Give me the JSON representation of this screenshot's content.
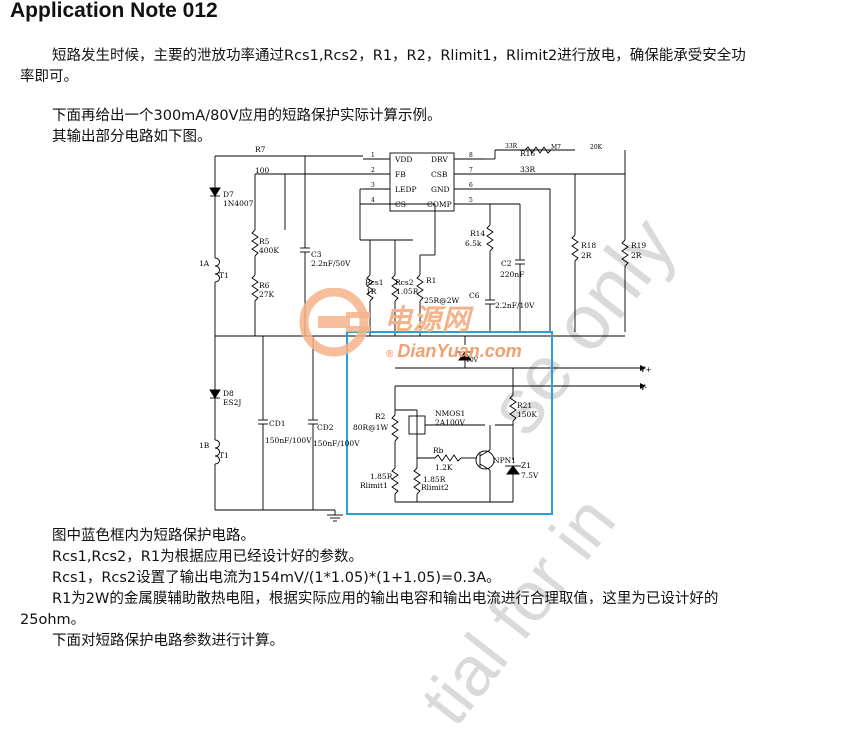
{
  "title": "Application Note 012",
  "intro": {
    "line1": "短路发生时候，主要的泄放功率通过Rcs1,Rcs2，R1，R2，Rlimit1，Rlimit2进行放电，确保能承受安全功",
    "line2": "率即可。"
  },
  "example": {
    "line1": "下面再给出一个300mA/80V应用的短路保护实际计算示例。",
    "line2": "其输出部分电路如下图。"
  },
  "watermark": {
    "text_a": "se only",
    "text_b": "tial for in"
  },
  "logo": {
    "cn": "电源网",
    "url": "DianYuan.com",
    "small": "®"
  },
  "schematic": {
    "ic_pins_left": [
      "1",
      "2",
      "3",
      "4"
    ],
    "ic_pins_right": [
      "8",
      "7",
      "6",
      "5"
    ],
    "ic_left_labels": [
      "VDD",
      "FB",
      "LEDP",
      "CS"
    ],
    "ic_right_labels": [
      "DRV",
      "CSB",
      "GND",
      "COMP"
    ],
    "r7": "R7",
    "r7v": "100",
    "d7": "D7",
    "d7v": "1N4007",
    "r5": "R5",
    "r5v": "400K",
    "r6": "R6",
    "r6v": "27K",
    "c3": "C3",
    "c3v": "2.2nF/50V",
    "t1a": "1A",
    "t1": "T1",
    "t1b": "1B",
    "d8": "D8",
    "d8v": "ES2J",
    "cd1": "CD1",
    "cd1v": "150nF/100V",
    "cd2": "CD2",
    "cd2v": "150nF/100V",
    "rcs1": "Rcs1",
    "rcs1v": "1R",
    "rcs2": "Rcs2",
    "rcs2v": "1.05R",
    "r1": "R1",
    "r1v": "25R@2W",
    "r14": "R14",
    "r14v": "6.5k",
    "c2": "C2",
    "c2v": "220nF",
    "c6": "C6",
    "c6v": "2.2nF/10V",
    "r16": "R16",
    "r16v": "33R",
    "r18": "R18",
    "r18v": "2R",
    "r19": "R19",
    "r19v": "2R",
    "m7": "M7",
    "k20": "20K",
    "r33top": "33R",
    "vplus": "V+",
    "vminus": "V-",
    "r2": "R2",
    "r2v": "80R@1W",
    "nmos": "NMOS1",
    "nmosv": "2A100V",
    "rb": "Rb",
    "rbv": "1.2K",
    "npn": "NPN1",
    "r21": "R21",
    "r21v": "150K",
    "z1": "Z1",
    "z1v": "7.5V",
    "rl1v": "1.85R",
    "rl1": "Rlimit1",
    "rl2v": "1.85R",
    "rl2": "Rlimit2",
    "dz": "10V"
  },
  "body": {
    "l1": "图中蓝色框内为短路保护电路。",
    "l2": "Rcs1,Rcs2，R1为根据应用已经设计好的参数。",
    "l3": "Rcs1，Rcs2设置了输出电流为154mV/(1*1.05)*(1+1.05)=0.3A。",
    "l4": "R1为2W的金属膜辅助散热电阻，根据实际应用的输出电容和输出电流进行合理取值，这里为已设计好的",
    "l5": "25ohm。",
    "l6": "下面对短路保护电路参数进行计算。"
  },
  "colors": {
    "box": "#2aa0d8",
    "wire": "#000000",
    "logo": "#f08a50"
  }
}
